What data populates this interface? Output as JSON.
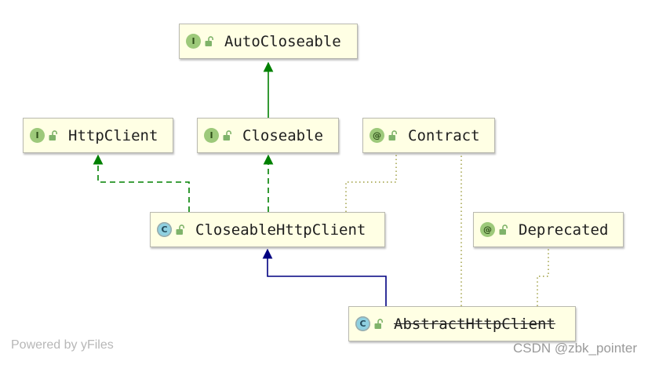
{
  "colors": {
    "node_fill": "#ffffe4",
    "node_border": "#b9b9b0",
    "interface_badge": "#9dc97a",
    "class_badge": "#8fd0e0",
    "implements_edge": "#008000",
    "extends_edge": "#000080",
    "annotation_edge": "#9b9b3a"
  },
  "nodes": {
    "autocloseable": {
      "badge": "I",
      "label": "AutoCloseable",
      "kind": "interface"
    },
    "httpclient": {
      "badge": "I",
      "label": "HttpClient",
      "kind": "interface"
    },
    "closeable": {
      "badge": "I",
      "label": "Closeable",
      "kind": "interface"
    },
    "contract": {
      "badge": "@",
      "label": "Contract",
      "kind": "annotation"
    },
    "closeablehttpclient": {
      "badge": "C",
      "label": "CloseableHttpClient",
      "kind": "class"
    },
    "deprecated": {
      "badge": "@",
      "label": "Deprecated",
      "kind": "annotation"
    },
    "abstracthttpclient": {
      "badge": "C",
      "label": "AbstractHttpClient",
      "kind": "class",
      "strikethrough": true
    }
  },
  "edges": [
    {
      "from": "closeable",
      "to": "autocloseable",
      "type": "extends-interface"
    },
    {
      "from": "closeablehttpclient",
      "to": "httpclient",
      "type": "implements"
    },
    {
      "from": "closeablehttpclient",
      "to": "closeable",
      "type": "implements"
    },
    {
      "from": "abstracthttpclient",
      "to": "closeablehttpclient",
      "type": "extends"
    },
    {
      "from": "closeablehttpclient",
      "to": "contract",
      "type": "annotated"
    },
    {
      "from": "abstracthttpclient",
      "to": "contract",
      "type": "annotated"
    },
    {
      "from": "abstracthttpclient",
      "to": "deprecated",
      "type": "annotated"
    }
  ],
  "footer": {
    "powered_by": "Powered by yFiles",
    "watermark": "CSDN @zbk_pointer"
  }
}
